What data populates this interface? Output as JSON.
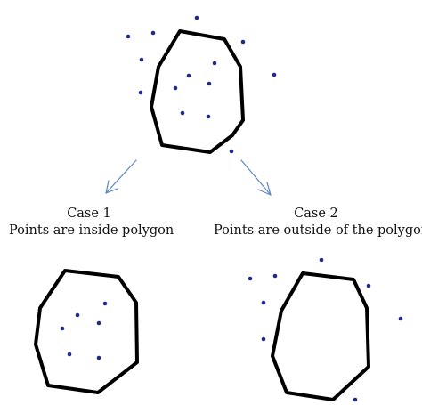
{
  "case1": {
    "title": "Case 1",
    "subtitle": "Points are inside polygon"
  },
  "case2": {
    "title": "Case 2",
    "subtitle": "Points are outside of the polygon"
  },
  "colors": {
    "outline": "#000000",
    "point": "#1f2a8c",
    "arrow": "#5b86c4"
  }
}
